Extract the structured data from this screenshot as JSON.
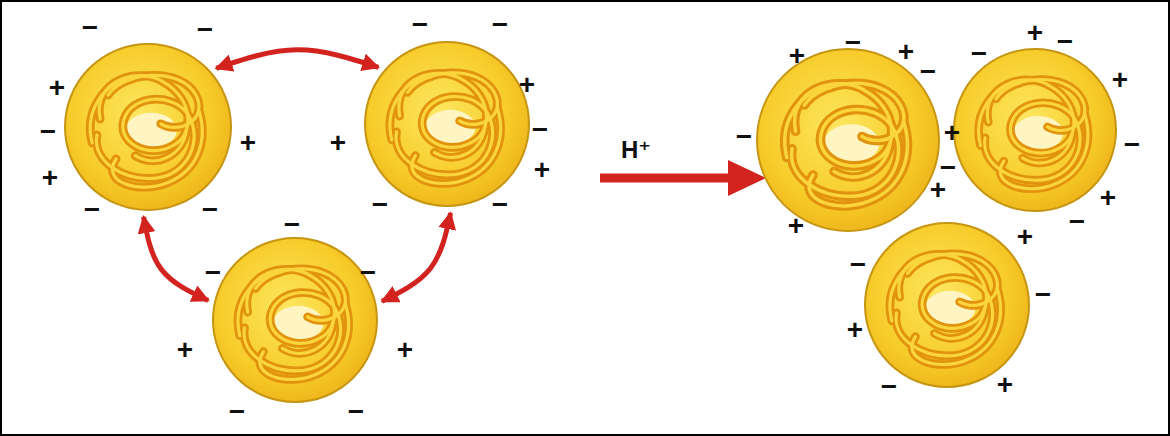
{
  "diagram": {
    "nodes": [
      {
        "text": [
          "−",
          "−",
          "+",
          "−",
          "+",
          "−",
          "−",
          "+"
        ]
      },
      {
        "text": [
          "−",
          "−",
          "+",
          "−",
          "+",
          "+",
          "−",
          "−"
        ]
      },
      {
        "text": [
          "−",
          "−",
          "−",
          "+",
          "+",
          "−",
          "−"
        ]
      },
      {
        "text": [
          "+",
          "−",
          "+",
          "−",
          "−",
          "+",
          "+",
          "+"
        ]
      },
      {
        "text": [
          "+",
          "−",
          "−",
          "+",
          "−",
          "+",
          "−",
          "+",
          "−"
        ]
      },
      {
        "text": [
          "−",
          "−",
          "+",
          "−",
          "+"
        ]
      }
    ],
    "edges": [
      {
        "from": 0,
        "to": 1,
        "arrow": "both"
      },
      {
        "from": 0,
        "to": 2,
        "arrow": "both"
      },
      {
        "from": 1,
        "to": 2,
        "arrow": "both"
      }
    ],
    "labels": [
      "H⁺"
    ]
  }
}
